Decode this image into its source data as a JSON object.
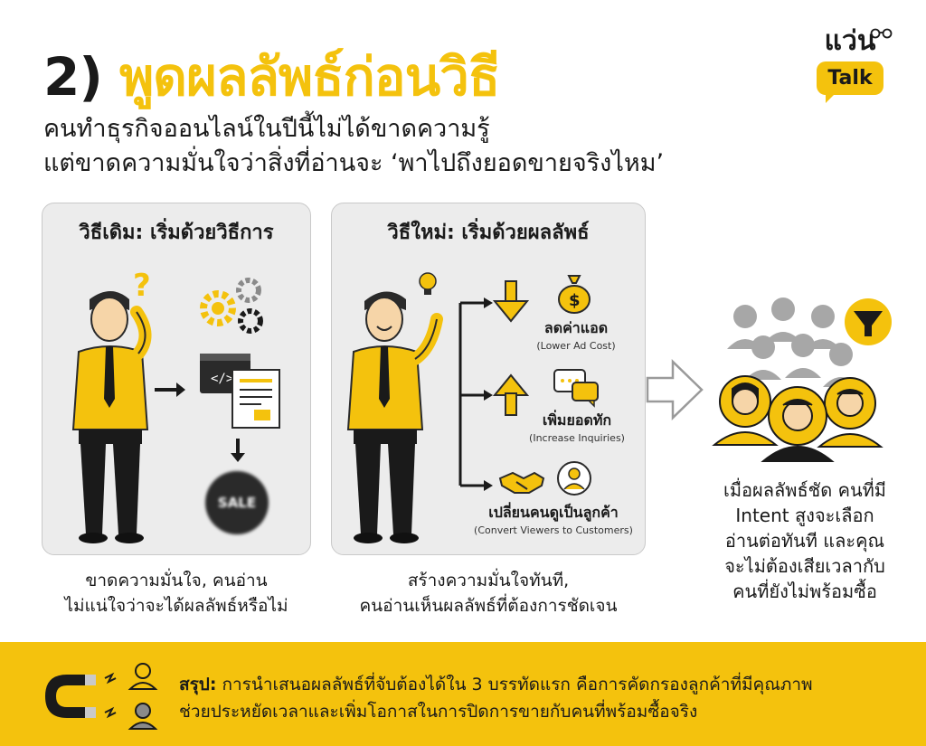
{
  "title": {
    "number": "2)",
    "main": "พูดผลลัพธ์ก่อนวิธี"
  },
  "subtitle": {
    "line1": "คนทำธุรกิจออนไลน์ในปีนี้ไม่ได้ขาดความรู้",
    "line2": "แต่ขาดความมั่นใจว่าสิ่งที่อ่านจะ ‘พาไปถึงยอดขายจริงไหม’"
  },
  "logo": {
    "top": "แว่น",
    "badge": "Talk"
  },
  "left_panel": {
    "title": "วิธีเดิม: เริ่มด้วยวิธีการ",
    "sale_label": "SALE",
    "caption_line1": "ขาดความมั่นใจ, คนอ่าน",
    "caption_line2": "ไม่แน่ใจว่าจะได้ผลลัพธ์หรือไม่"
  },
  "right_panel": {
    "title": "วิธีใหม่: เริ่มด้วยผลลัพธ์",
    "benefits": [
      {
        "th": "ลดค่าแอด",
        "en": "(Lower Ad Cost)"
      },
      {
        "th": "เพิ่มยอดทัก",
        "en": "(Increase Inquiries)"
      },
      {
        "th": "เปลี่ยนคนดูเป็นลูกค้า",
        "en": "(Convert Viewers to Customers)"
      }
    ],
    "caption_line1": "สร้างความมั่นใจทันที,",
    "caption_line2": "คนอ่านเห็นผลลัพธ์ที่ต้องการชัดเจน"
  },
  "audience": {
    "line1": "เมื่อผลลัพธ์ชัด คนที่มี",
    "line2": "Intent สูงจะเลือก",
    "line3": "อ่านต่อทันที และคุณ",
    "line4": "จะไม่ต้องเสียเวลากับ",
    "line5": "คนที่ยังไม่พร้อมซื้อ"
  },
  "footer": {
    "label": "สรุป:",
    "line1_rest": " การนำเสนอผลลัพธ์ที่จับต้องได้ใน 3 บรรทัดแรก คือการคัดกรองลูกค้าที่มีคุณภาพ",
    "line2": "ช่วยประหยัดเวลาและเพิ่มโอกาสในการปิดการขายกับคนที่พร้อมซื้อจริง"
  },
  "colors": {
    "accent": "#f4c20d",
    "dark": "#1a1a1a",
    "panel": "#ececec"
  }
}
